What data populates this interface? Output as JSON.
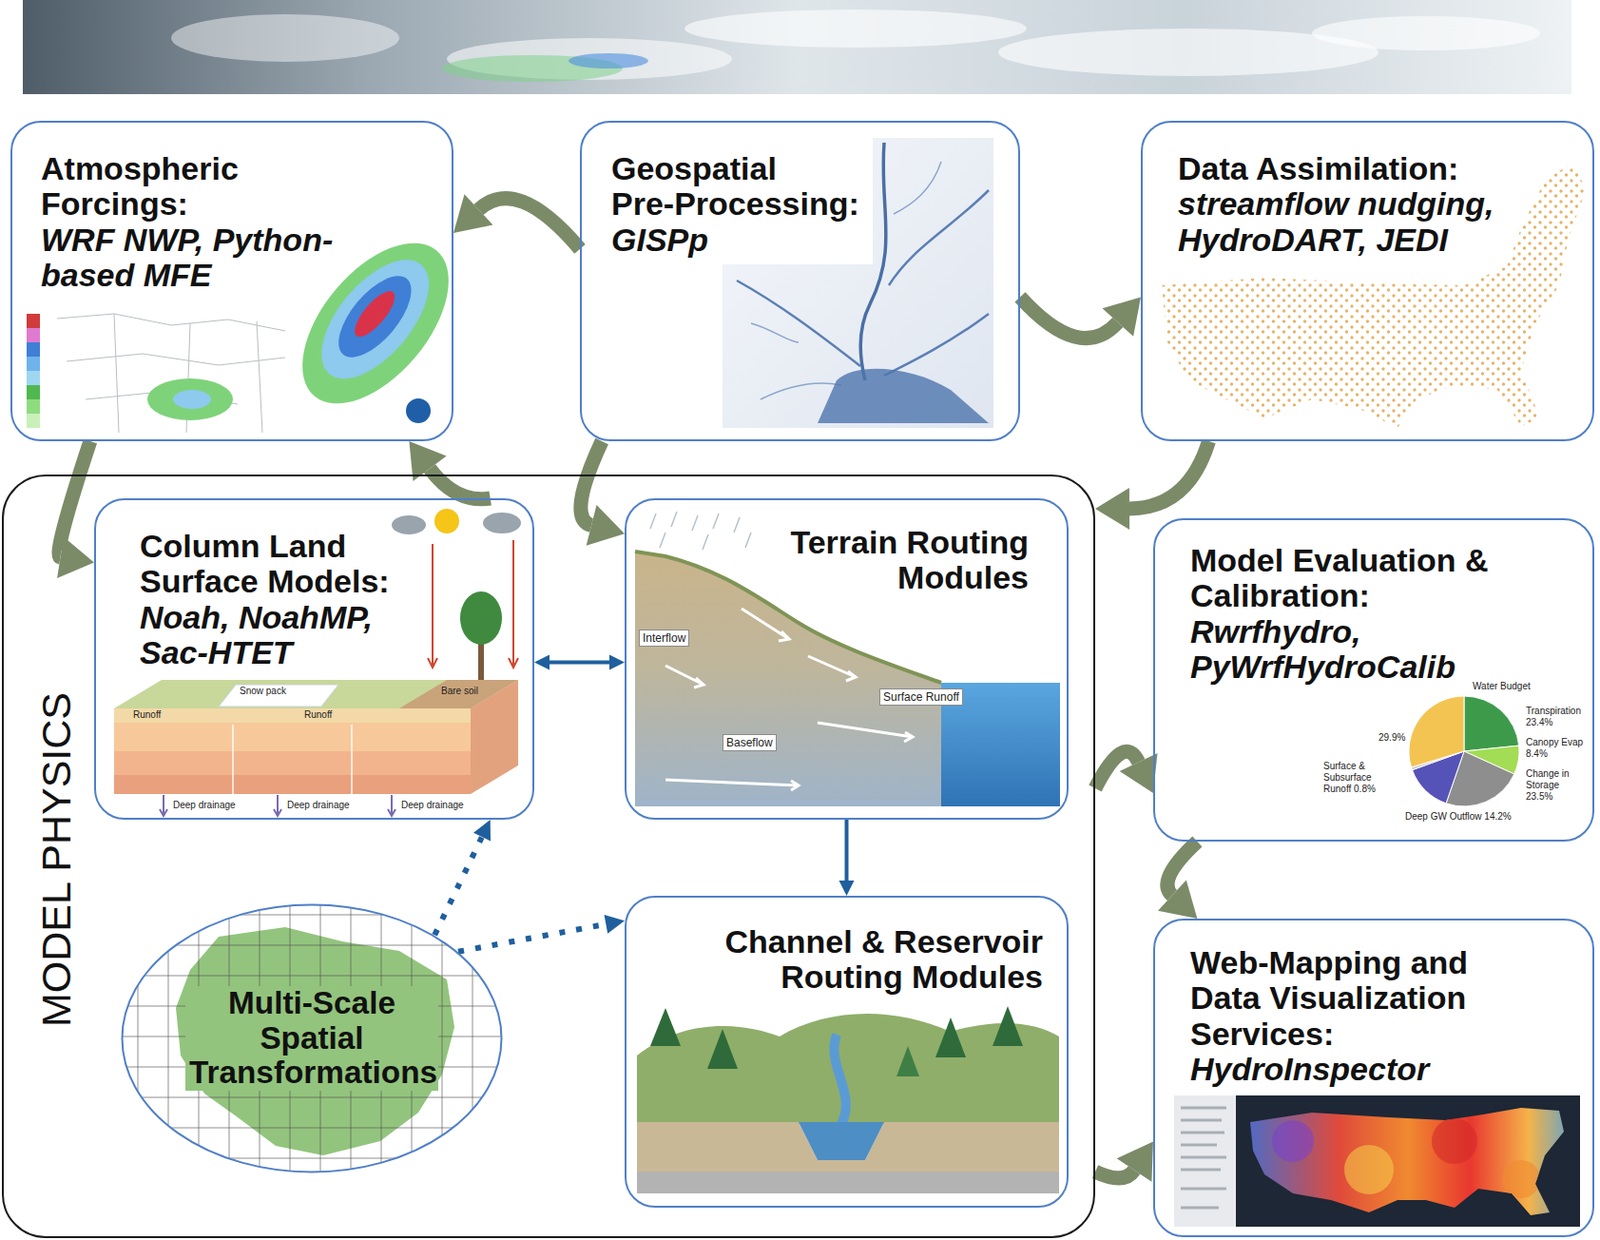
{
  "diagram": {
    "nodes": [
      {
        "text": [
          "Atmospheric Forcings:",
          "WRF NWP, Python-based MFE"
        ]
      },
      {
        "text": [
          "Geospatial Pre-Processing:",
          "GISPp"
        ]
      },
      {
        "text": [
          "Data Assimilation:",
          "streamflow nudging, HydroDART, JEDI"
        ]
      },
      {
        "text": [
          "MODEL PHYSICS"
        ]
      },
      {
        "text": [
          "Column Land Surface Models:",
          "Noah, NoahMP, Sac-HTET"
        ],
        "in": 3
      },
      {
        "text": [
          "Terrain Routing Modules"
        ],
        "in": 3
      },
      {
        "text": [
          "Multi-Scale Spatial Transformations"
        ],
        "in": 3
      },
      {
        "text": [
          "Channel & Reservoir Routing Modules"
        ],
        "in": 3
      },
      {
        "text": [
          "Model Evaluation & Calibration:",
          "Rwrfhydro, PyWrfHydroCalib"
        ]
      },
      {
        "text": [
          "Web-Mapping and Data Visualization Services:",
          "HydroInspector"
        ]
      }
    ],
    "edges": [
      {
        "from": 1,
        "to": 0,
        "arrow": "to"
      },
      {
        "from": 1,
        "to": 5,
        "arrow": "to"
      },
      {
        "from": 1,
        "to": 2,
        "arrow": "to"
      },
      {
        "from": 2,
        "to": 3,
        "arrow": "to"
      },
      {
        "from": 0,
        "to": 4,
        "arrow": "to"
      },
      {
        "from": 4,
        "to": 0,
        "arrow": "to"
      },
      {
        "from": 4,
        "to": 5,
        "arrow": "both"
      },
      {
        "from": 5,
        "to": 7,
        "arrow": "to"
      },
      {
        "from": 6,
        "to": 4,
        "arrow": "to"
      },
      {
        "from": 6,
        "to": 7,
        "arrow": "to"
      },
      {
        "from": 3,
        "to": 8,
        "arrow": "to"
      },
      {
        "from": 8,
        "to": 9,
        "arrow": "to"
      },
      {
        "from": 3,
        "to": 9,
        "arrow": "to"
      }
    ],
    "labels": [
      "Snow pack",
      "Bare soil",
      "Runoff",
      "Runoff",
      "Deep drainage",
      "Deep drainage",
      "Deep drainage",
      "Interflow",
      "Surface Runoff",
      "Baseflow",
      "Water Budget",
      "Transpiration 23.4%",
      "Canopy Evap 8.4%",
      "29.9%",
      "Surface & Subsurface Runoff 0.8%",
      "Deep GW Outflow 14.2%",
      "Change in Storage 23.5%"
    ]
  }
}
